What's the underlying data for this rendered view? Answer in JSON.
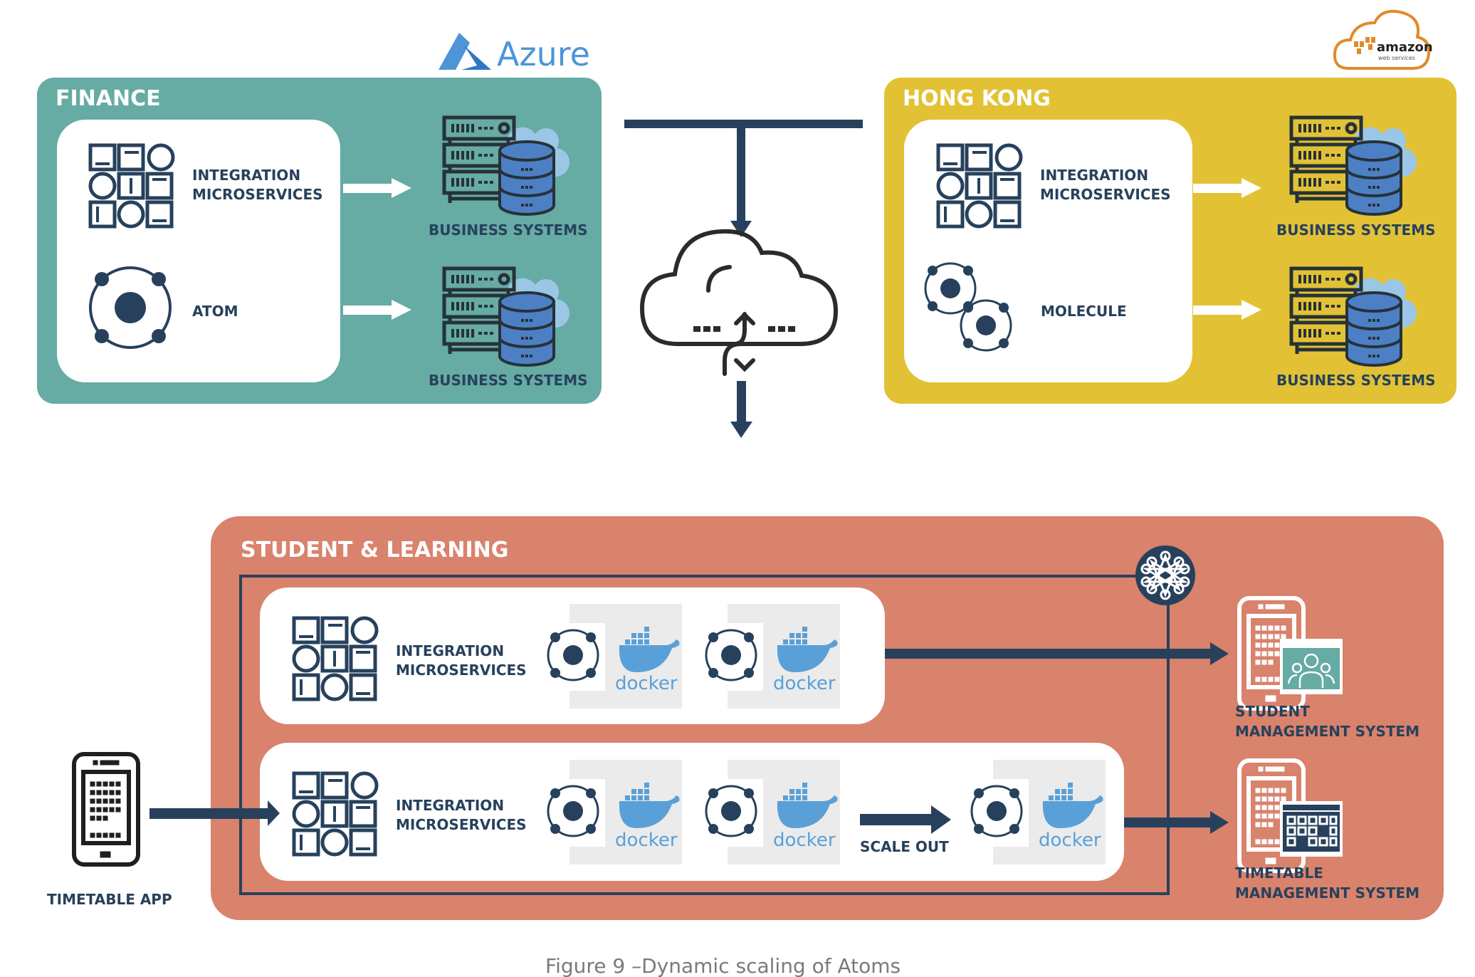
{
  "colors": {
    "navy": "#27415c",
    "finance": "#66aba4",
    "hongkong": "#e2c234",
    "student": "#d9826c",
    "docker_blue": "#5aa0d8",
    "azure_blue": "#4d95d6",
    "aws_orange": "#e08b2a",
    "cloud_light": "#9cc6e6",
    "db_blue": "#4d7fc4",
    "docker_bg": "#ebebeb",
    "caption_grey": "#7a7a7a"
  },
  "logos": {
    "azure": "Azure",
    "aws_line1": "amazon",
    "aws_line2": "web services"
  },
  "finance": {
    "title": "FINANCE",
    "items": [
      {
        "label_1": "INTEGRATION",
        "label_2": "MICROSERVICES",
        "icon": "integration-grid-icon",
        "target": "BUSINESS SYSTEMS"
      },
      {
        "label_1": "ATOM",
        "label_2": "",
        "icon": "atom-icon",
        "target": "BUSINESS SYSTEMS"
      }
    ]
  },
  "hongkong": {
    "title": "HONG KONG",
    "items": [
      {
        "label_1": "INTEGRATION",
        "label_2": "MICROSERVICES",
        "icon": "integration-grid-icon",
        "target": "BUSINESS SYSTEMS"
      },
      {
        "label_1": "MOLECULE",
        "label_2": "",
        "icon": "molecule-icon",
        "target": "BUSINESS SYSTEMS"
      }
    ]
  },
  "cloud": {
    "icon": "cloud-sync-icon",
    "dots": "..."
  },
  "student": {
    "title": "STUDENT & LEARNING",
    "hub_icon": "cluster-hub-icon",
    "rows": [
      {
        "label_1": "INTEGRATION",
        "label_2": "MICROSERVICES",
        "docker_label": "docker",
        "containers": 2
      },
      {
        "label_1": "INTEGRATION",
        "label_2": "MICROSERVICES",
        "docker_label": "docker",
        "containers": 3,
        "scale_label": "SCALE OUT"
      }
    ],
    "targets": [
      {
        "line1": "STUDENT",
        "line2": "MANAGEMENT SYSTEM",
        "icon": "student-management-icon"
      },
      {
        "line1": "TIMETABLE",
        "line2": "MANAGEMENT SYSTEM",
        "icon": "timetable-management-icon"
      }
    ]
  },
  "source": {
    "label": "TIMETABLE APP",
    "icon": "mobile-phone-icon"
  },
  "caption": "Figure 9 –Dynamic scaling of Atoms"
}
